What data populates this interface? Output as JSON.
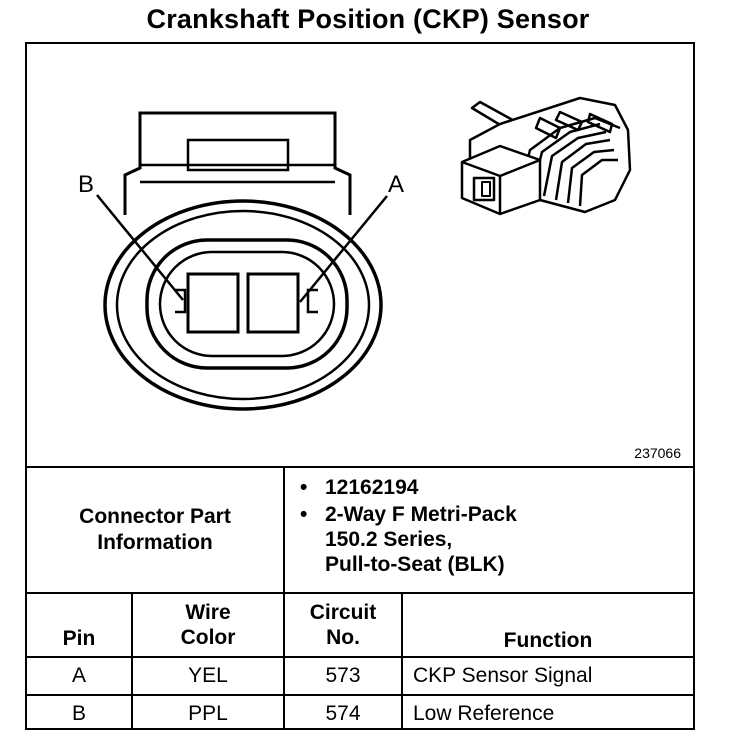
{
  "title": "Crankshaft Position (CKP) Sensor",
  "diagram": {
    "pin_label_b": "B",
    "pin_label_a": "A",
    "drawing_number": "237066"
  },
  "connector_info": {
    "label_line1": "Connector Part",
    "label_line2": "Information",
    "bullet": "•",
    "items": [
      {
        "lines": [
          "12162194"
        ]
      },
      {
        "lines": [
          "2-Way F Metri-Pack",
          "150.2 Series,",
          "Pull-to-Seat (BLK)"
        ]
      }
    ]
  },
  "table": {
    "headers": {
      "pin": "Pin",
      "wire_color_line1": "Wire",
      "wire_color_line2": "Color",
      "circuit_line1": "Circuit",
      "circuit_line2": "No.",
      "function": "Function"
    },
    "rows": [
      {
        "pin": "A",
        "wire_color": "YEL",
        "circuit": "573",
        "function": "CKP Sensor Signal"
      },
      {
        "pin": "B",
        "wire_color": "PPL",
        "circuit": "574",
        "function": "Low Reference"
      }
    ]
  }
}
